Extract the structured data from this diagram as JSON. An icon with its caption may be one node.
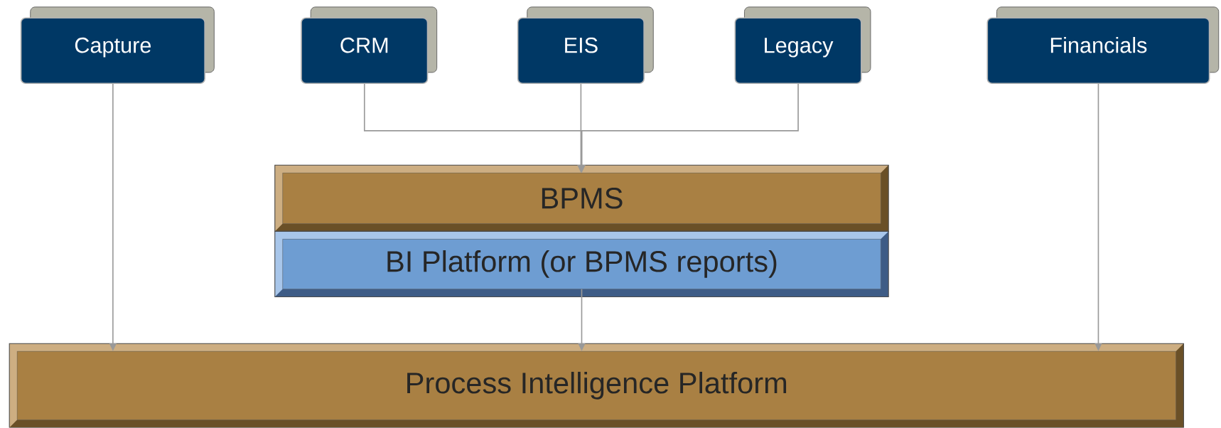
{
  "diagram": {
    "nodes": [
      {
        "text": [
          "Capture"
        ]
      },
      {
        "text": [
          "CRM"
        ]
      },
      {
        "text": [
          "EIS"
        ]
      },
      {
        "text": [
          "Legacy"
        ]
      },
      {
        "text": [
          "Financials"
        ]
      },
      {
        "text": [
          "BPMS"
        ]
      },
      {
        "text": [
          "BI Platform (or BPMS reports)"
        ]
      },
      {
        "text": [
          "Process Intelligence Platform"
        ]
      }
    ],
    "edges": [
      {
        "from": 0,
        "to": 7,
        "arrow": "to"
      },
      {
        "from": 1,
        "to": 5,
        "arrow": "to"
      },
      {
        "from": 2,
        "to": 5,
        "arrow": "to"
      },
      {
        "from": 3,
        "to": 5,
        "arrow": "to"
      },
      {
        "from": 6,
        "to": 7,
        "arrow": "to"
      },
      {
        "from": 4,
        "to": 7,
        "arrow": "to"
      }
    ]
  }
}
